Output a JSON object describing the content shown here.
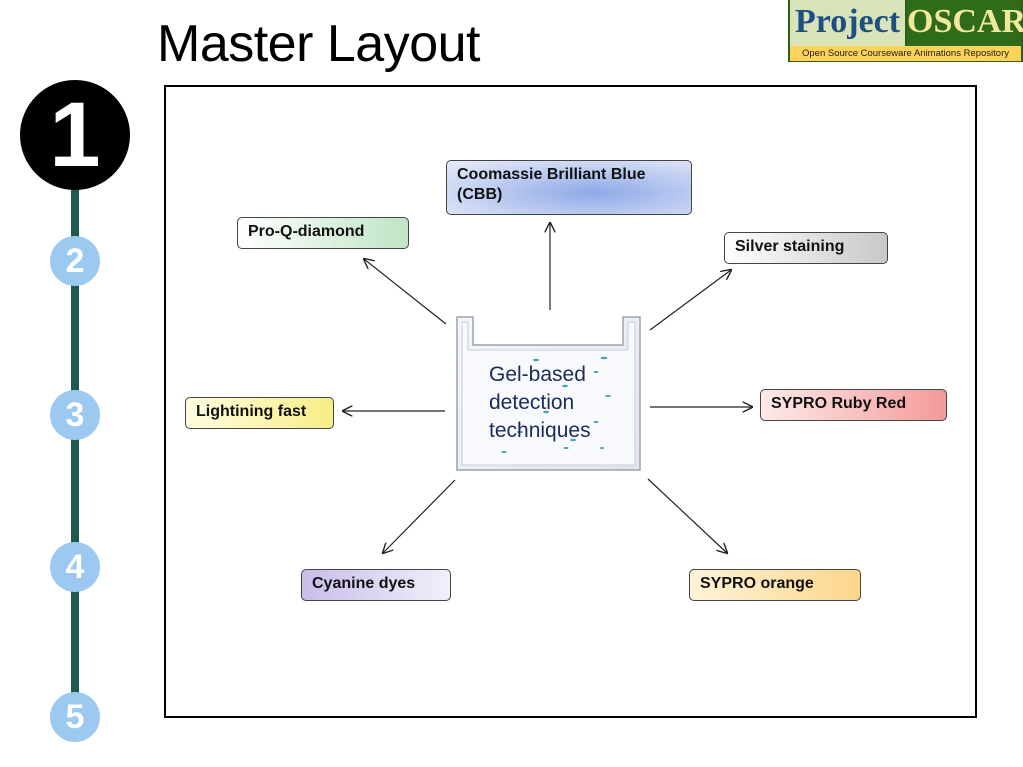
{
  "page": {
    "title": "Master Layout"
  },
  "logo": {
    "word1": "Project",
    "word2": "OSCAR",
    "subtitle": "Open Source Courseware Animations Repository"
  },
  "steps": [
    "1",
    "2",
    "3",
    "4",
    "5"
  ],
  "diagram": {
    "center": "Gel-based detection techniques",
    "nodes": {
      "cbb": "Coomassie Brilliant Blue (CBB)",
      "proq": "Pro-Q-diamond",
      "silver": "Silver staining",
      "lightning": "Lightining fast",
      "sypro_ruby": "SYPRO Ruby Red",
      "cyanine": "Cyanine dyes",
      "sypro_orange": "SYPRO orange"
    },
    "colors": {
      "cbb": "#b9c8ef",
      "proq": "#cfead2",
      "silver": "#d3d3d3",
      "lightning": "#fbf5a6",
      "sypro_ruby": "#f7b4b4",
      "cyanine": "#d7cff0",
      "sypro_orange": "#fde2a6",
      "timeline": "#1f5a4f",
      "step_circle": "#9bc9f0"
    }
  }
}
